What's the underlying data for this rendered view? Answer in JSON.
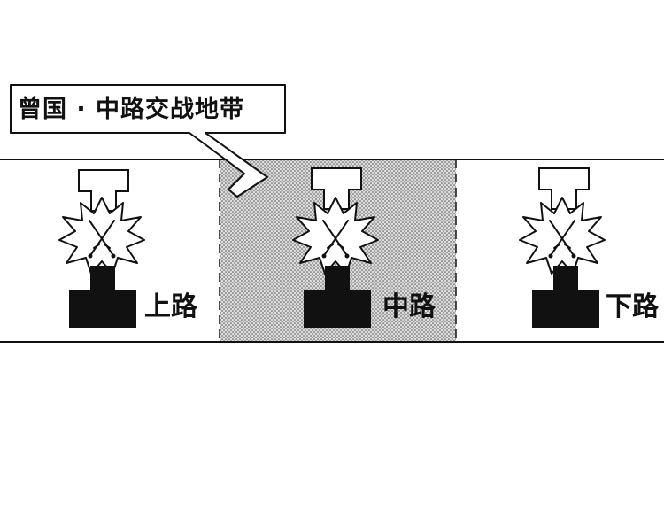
{
  "callout": {
    "text": "曾国 · 中路交战地带"
  },
  "lanes": [
    {
      "key": "top",
      "label": "上路",
      "highlighted": false
    },
    {
      "key": "middle",
      "label": "中路",
      "highlighted": true
    },
    {
      "key": "bottom",
      "label": "下路",
      "highlighted": false
    }
  ],
  "colors": {
    "line": "#111111",
    "highlight_fill": "#d9d9d9",
    "dots": "#555555",
    "background": "#ffffff"
  },
  "icons": {
    "enemy_tower": "tower-outline-icon",
    "own_tower": "tower-solid-icon",
    "clash": "crossed-swords-burst-icon"
  }
}
